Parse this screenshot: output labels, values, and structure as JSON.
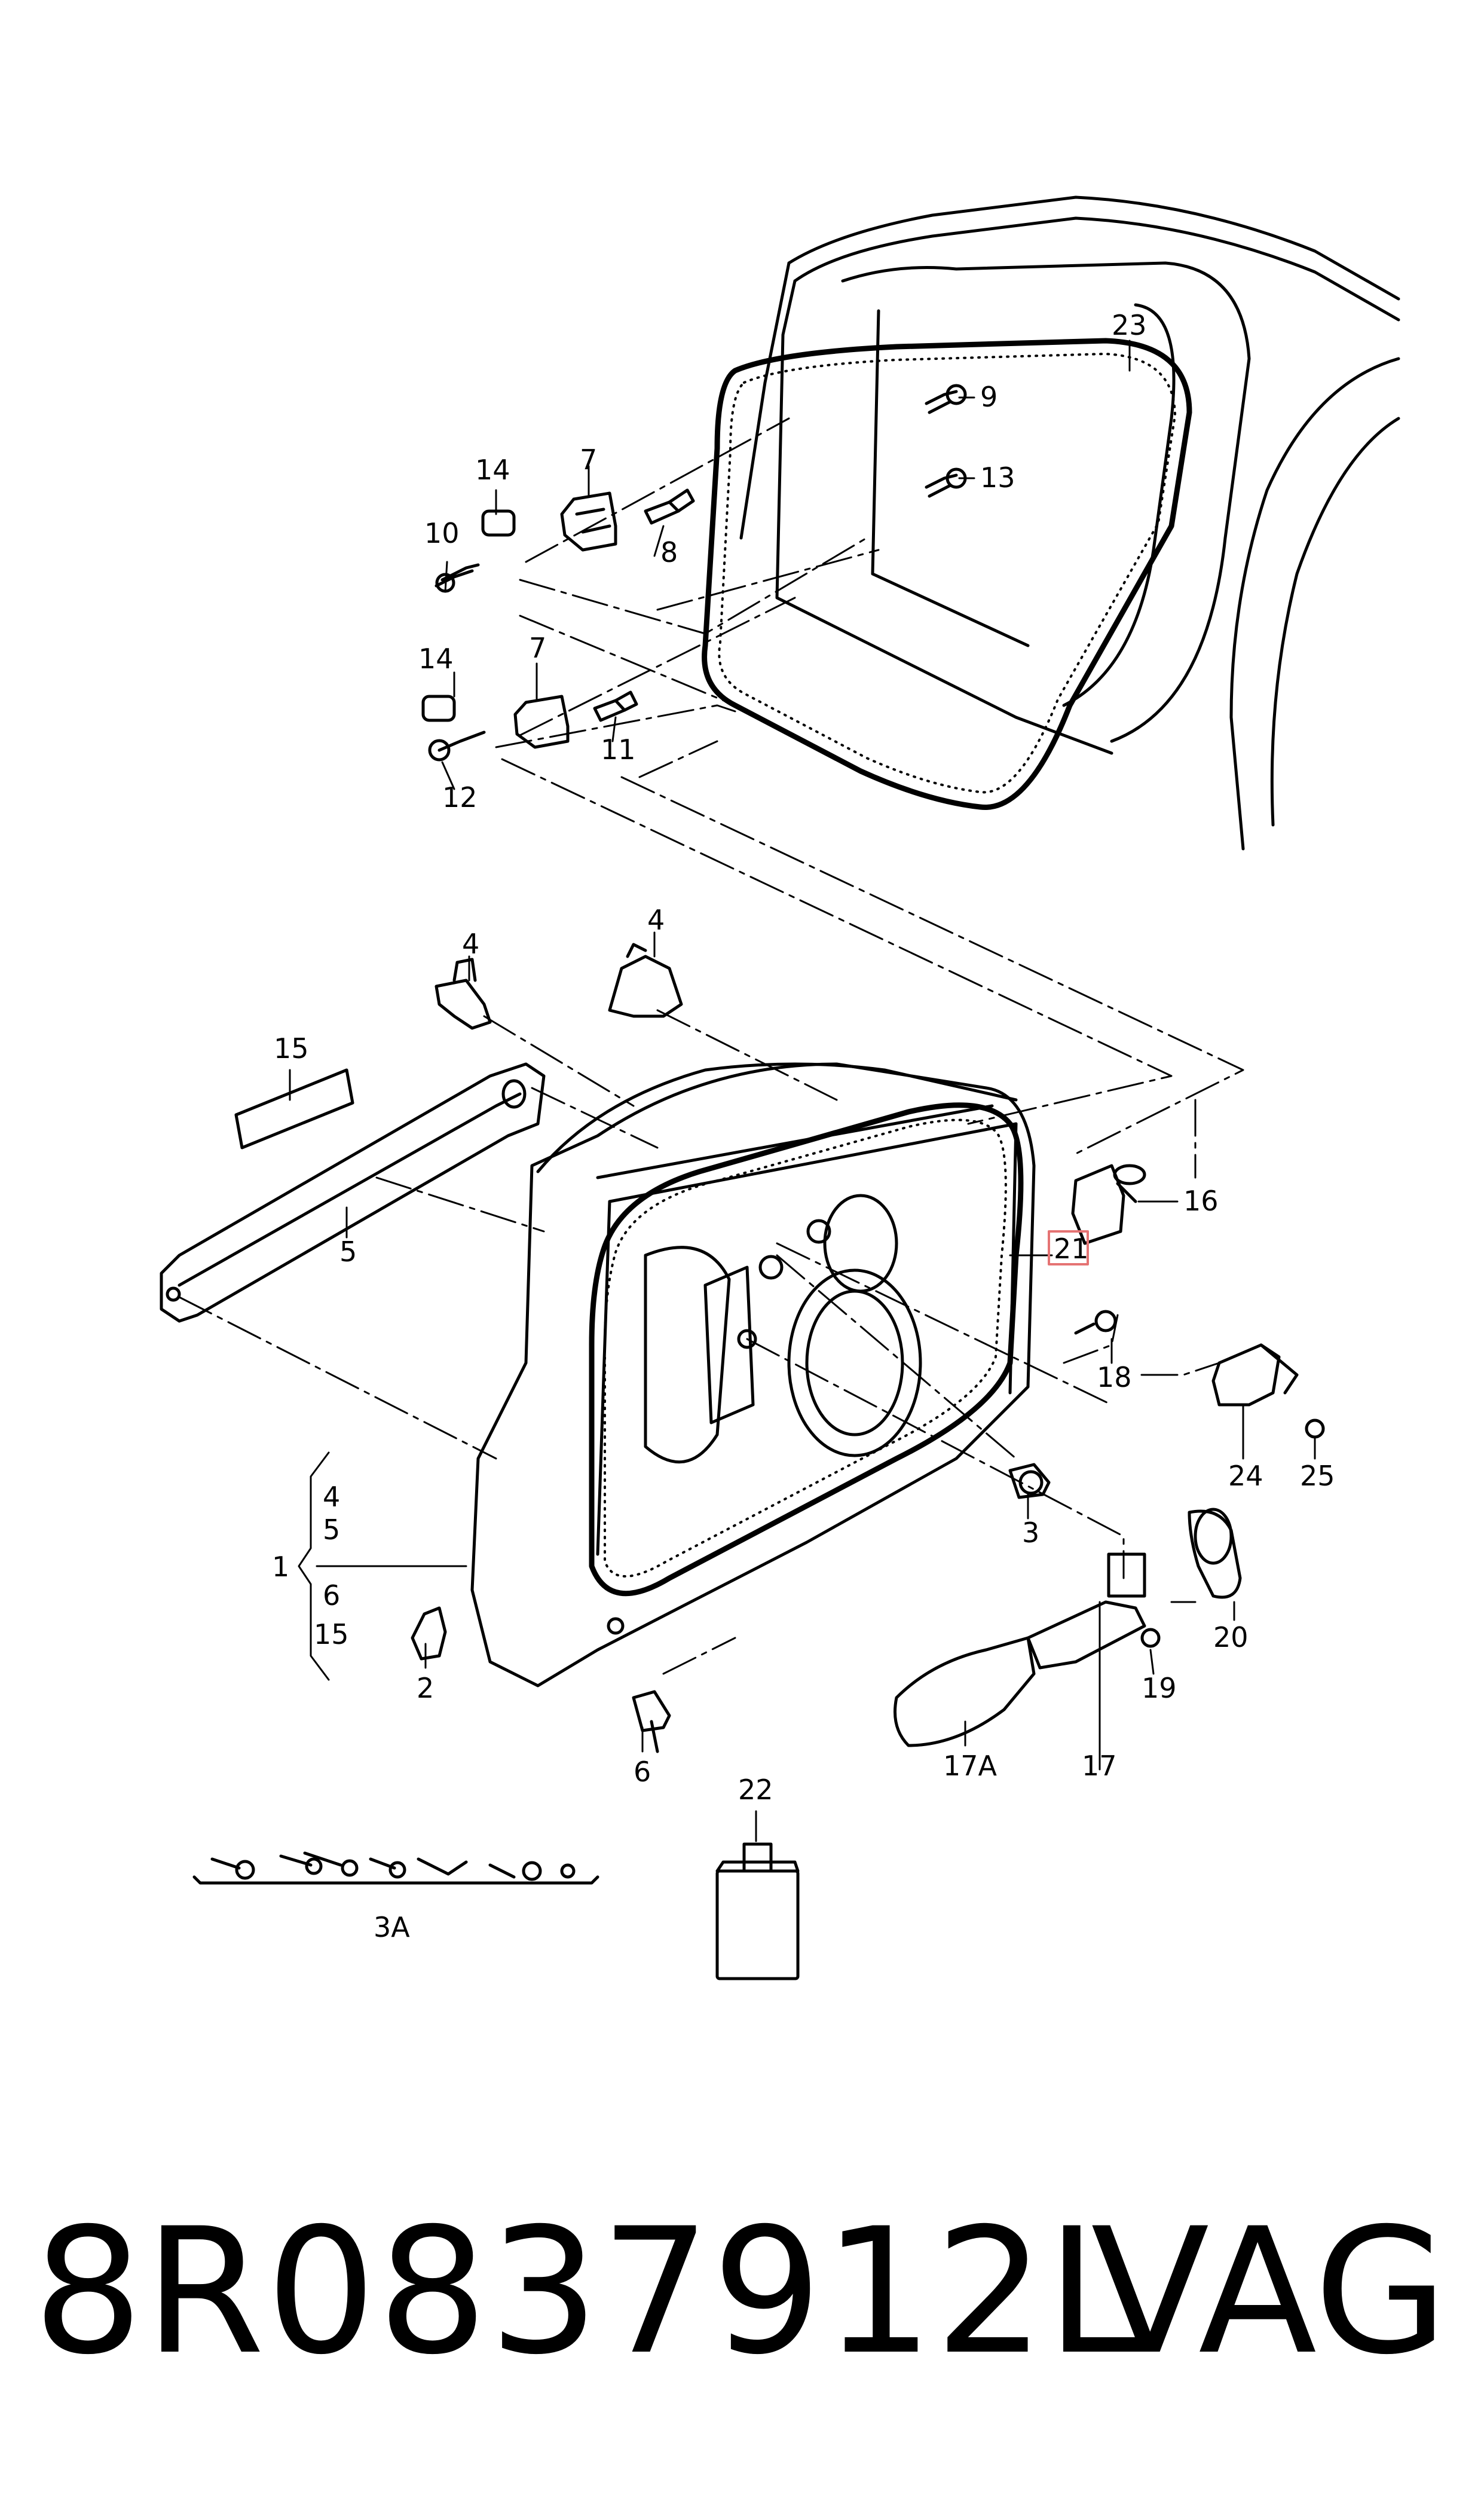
{
  "labels": {
    "l1": "1",
    "l2": "2",
    "l3": "3",
    "l3a": "3A",
    "l4a": "4",
    "l4b": "4",
    "l4c": "4",
    "l5a": "5",
    "l5b": "5",
    "l6a": "6",
    "l6b": "6",
    "l7a": "7",
    "l7b": "7",
    "l8": "8",
    "l9": "9",
    "l10": "10",
    "l11": "11",
    "l12": "12",
    "l13": "13",
    "l14a": "14",
    "l14b": "14",
    "l15a": "15",
    "l15b": "15",
    "l16": "16",
    "l17": "17",
    "l17a": "17A",
    "l18": "18",
    "l19": "19",
    "l20": "20",
    "l21": "21",
    "l22": "22",
    "l23": "23",
    "l24": "24",
    "l25": "25"
  },
  "footer": {
    "part_number": "8R0837912L",
    "brand": "VAG"
  },
  "colors": {
    "line": "#000000",
    "highlight_box": "#e57373"
  }
}
